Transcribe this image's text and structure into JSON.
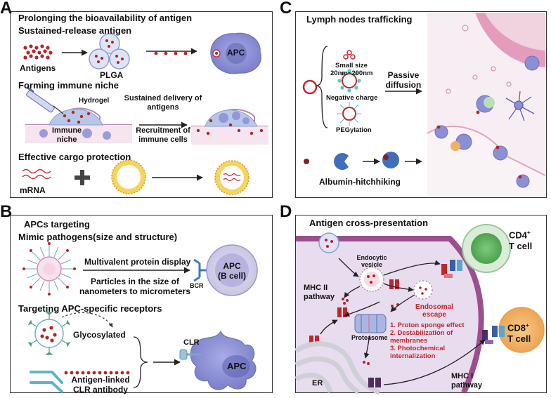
{
  "panels": {
    "a": {
      "letter": "A",
      "title": "Prolonging the bioavailability of antigen",
      "sustained_title": "Sustained-release antigen",
      "antigens_label": "Antigens",
      "plga_label": "PLGA",
      "apc_label": "APC",
      "niche_title": "Forming immune niche",
      "hydrogel_label": "Hydrogel",
      "immune_niche_line1": "Immune",
      "immune_niche_line2": "niche",
      "sustained_delivery_line1": "Sustained delivery of",
      "sustained_delivery_line2": "antigens",
      "recruitment_line1": "Recruitment of",
      "recruitment_line2": "immune cells",
      "cargo_title": "Effective cargo protection",
      "mrna_label": "mRNA"
    },
    "b": {
      "letter": "B",
      "title": "APCs targeting",
      "mimic_title": "Mimic pathogens(size and structure)",
      "multivalent_label": "Multivalent protein display",
      "particles_line1": "Particles in the size of",
      "particles_line2": "nanometers to micrometers",
      "bcr_label": "BCR",
      "apc_line1": "APC",
      "apc_line2": "(B cell)",
      "targeting_title": "Targeting APC-specific receptors",
      "glycosylated_label": "Glycosylated",
      "clr_label": "CLR",
      "apc2_label": "APC",
      "antibody_line1": "Antigen-linked",
      "antibody_line2": "CLR antibody"
    },
    "c": {
      "letter": "C",
      "title": "Lymph nodes trafficking",
      "small_size_line1": "Small size",
      "small_size_line2": "20nm~200nm",
      "negative_charge": "Negative charge",
      "pegylation": "PEGylation",
      "passive_line1": "Passive",
      "passive_line2": "diffusion",
      "albumin": "Albumin-hitchhiking"
    },
    "d": {
      "letter": "D",
      "title": "Antigen cross-presentation",
      "cd4_line1": "CD4",
      "cd4_sup": "+",
      "cd4_line2": "T cell",
      "cd8_line1": "CD8",
      "cd8_sup": "+",
      "cd8_line2": "T cell",
      "endocytic_line1": "Endocytic",
      "endocytic_line2": "vesicle",
      "mhc2_line1": "MHC II",
      "mhc2_line2": "pathway",
      "endosomal_line1": "Endosomal",
      "endosomal_line2": "escape",
      "item1": "1. Proton sponge effect",
      "item2": "2. Destabilization of",
      "item2b": "membranes",
      "item3": "3. Photochemical",
      "item3b": "internalization",
      "proteasome": "Proteasome",
      "er": "ER",
      "mhc1_line1": "MHC I",
      "mhc1_line2": "pathway"
    }
  },
  "colors": {
    "antigen_red": "#b3242b",
    "apc_purple": "#8b8fd6",
    "cell_body": "#e9dcef",
    "membrane": "#9c4f8d",
    "cd4_green": "#5bb35c",
    "cd8_orange": "#f2b066",
    "lymph_pink": "#e7a9c3"
  }
}
